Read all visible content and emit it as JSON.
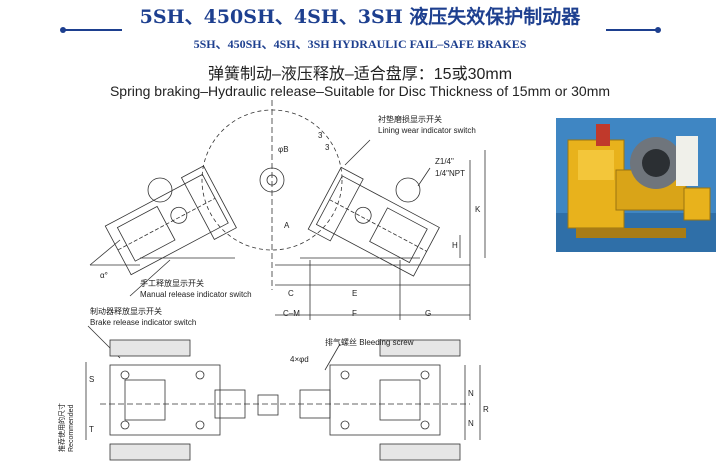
{
  "header": {
    "title_cn": "5SH、450SH、4SH、3SH 液压失效保护制动器",
    "title_en": "5SH、450SH、4SH、3SH HYDRAULIC FAIL–SAFE BRAKES",
    "spec_cn": "弹簧制动–液压释放–适合盘厚：15或30mm",
    "spec_en": "Spring braking–Hydraulic release–Suitable for Disc Thickness of 15mm or 30mm"
  },
  "drawing": {
    "lining_wear_cn": "衬垫磨损显示开关",
    "lining_wear_en": "Lining wear indicator switch",
    "manual_release_cn": "手工释放显示开关",
    "manual_release_en": "Manual release indicator switch",
    "brake_release_cn": "制动器释放显示开关",
    "brake_release_en": "Brake release indicator switch",
    "bleeding_screw": "排气螺丝 Bleeding screw",
    "recommended_cn": "推荐使用的尺寸",
    "recommended_en": "Recommended",
    "port_1": "Z1/4\"",
    "port_2": "1/4\"NPT",
    "phi_b": "φB",
    "alpha": "α°",
    "holes": "4×φd",
    "dims": {
      "a": "A",
      "k": "K",
      "h": "H",
      "c": "C",
      "e": "E",
      "cm": "C–M",
      "f": "F",
      "g": "G",
      "s": "S",
      "t": "T",
      "n": "N",
      "r": "R",
      "m1": "3",
      "m2": "3"
    }
  },
  "photo": {
    "description_colors": {
      "body": "#e8b21c",
      "metal": "#8a8f96",
      "bg": "#3f86c3"
    }
  }
}
